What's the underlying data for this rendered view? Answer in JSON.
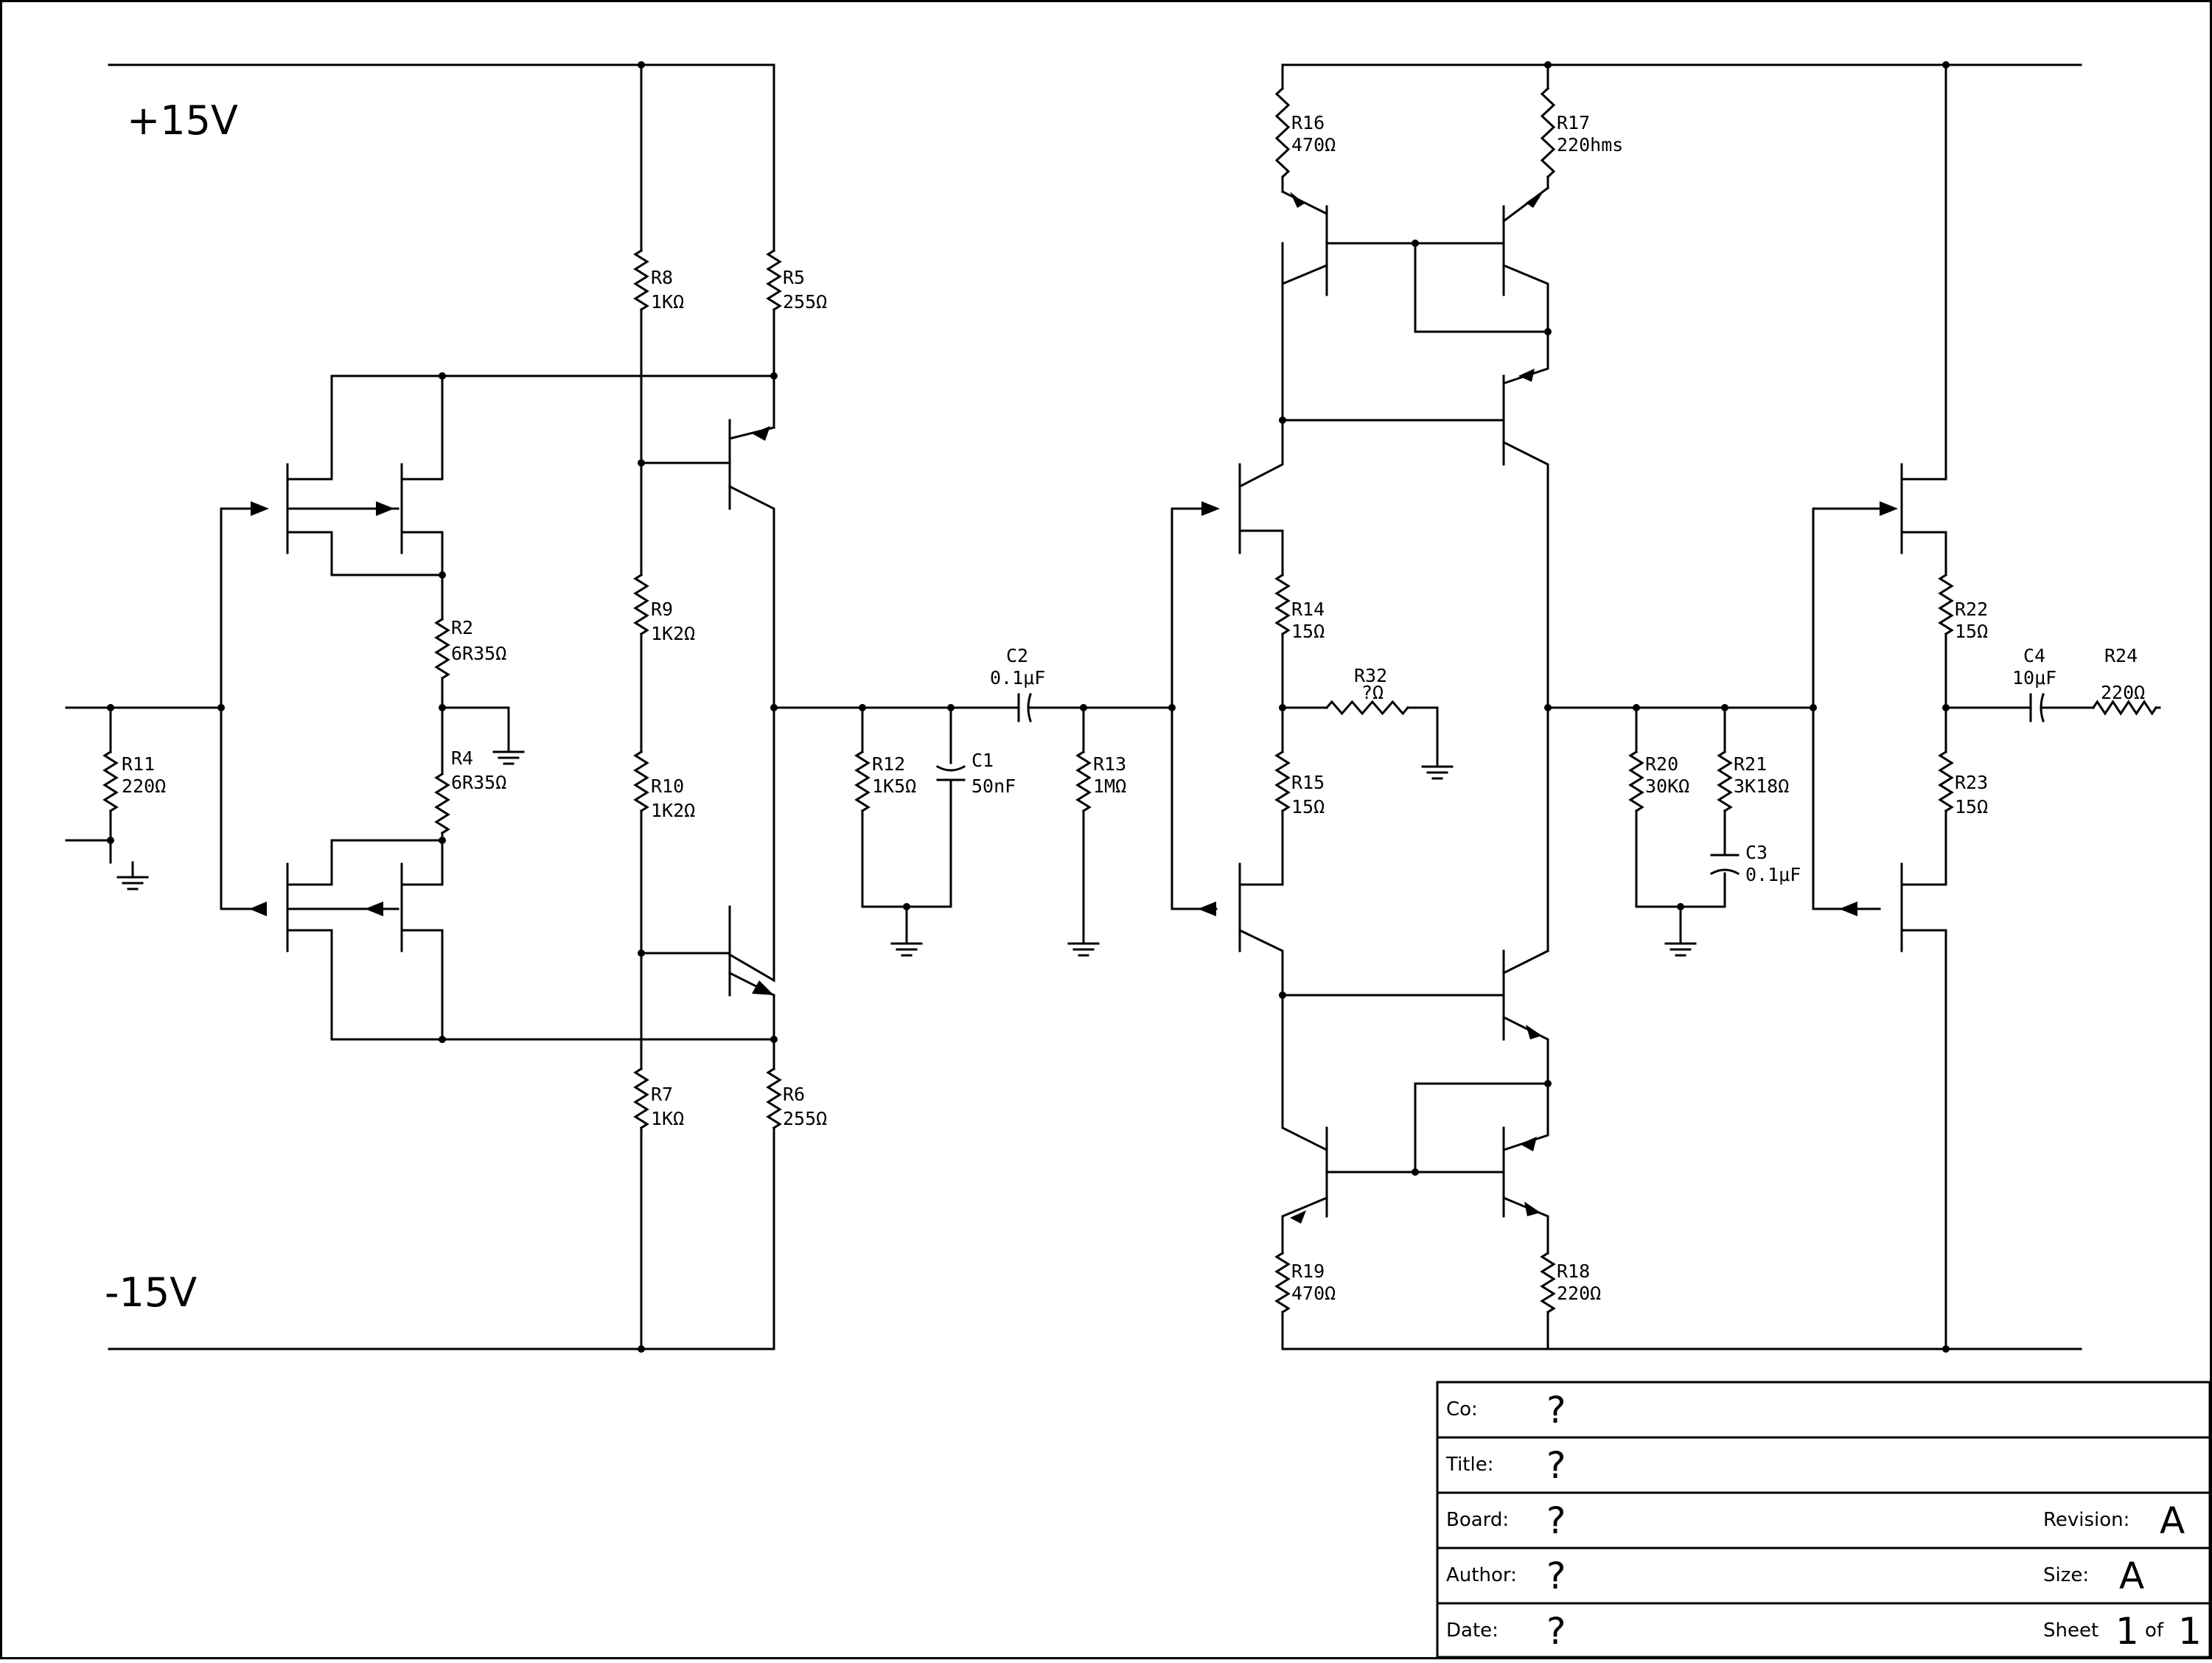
{
  "rails": {
    "positive": "+15V",
    "negative": "-15V"
  },
  "components": {
    "R2": {
      "ref": "R2",
      "value": "6R35Ω"
    },
    "R4": {
      "ref": "R4",
      "value": "6R35Ω"
    },
    "R5": {
      "ref": "R5",
      "value": "255Ω"
    },
    "R6": {
      "ref": "R6",
      "value": "255Ω"
    },
    "R7": {
      "ref": "R7",
      "value": "1KΩ"
    },
    "R8": {
      "ref": "R8",
      "value": "1KΩ"
    },
    "R9": {
      "ref": "R9",
      "value": "1K2Ω"
    },
    "R10": {
      "ref": "R10",
      "value": "1K2Ω"
    },
    "R11": {
      "ref": "R11",
      "value": "220Ω"
    },
    "R12": {
      "ref": "R12",
      "value": "1K5Ω"
    },
    "R13": {
      "ref": "R13",
      "value": "1MΩ"
    },
    "R14": {
      "ref": "R14",
      "value": "15Ω"
    },
    "R15": {
      "ref": "R15",
      "value": "15Ω"
    },
    "R16": {
      "ref": "R16",
      "value": "470Ω"
    },
    "R17": {
      "ref": "R17",
      "value": "220hms"
    },
    "R18": {
      "ref": "R18",
      "value": "220Ω"
    },
    "R19": {
      "ref": "R19",
      "value": "470Ω"
    },
    "R20": {
      "ref": "R20",
      "value": "30KΩ"
    },
    "R21": {
      "ref": "R21",
      "value": "3K18Ω"
    },
    "R22": {
      "ref": "R22",
      "value": "15Ω"
    },
    "R23": {
      "ref": "R23",
      "value": "15Ω"
    },
    "R24": {
      "ref": "R24",
      "value": "220Ω"
    },
    "R32": {
      "ref": "R32",
      "value": "?Ω"
    },
    "C1": {
      "ref": "C1",
      "value": "50nF"
    },
    "C2": {
      "ref": "C2",
      "value": "0.1μF"
    },
    "C3": {
      "ref": "C3",
      "value": "0.1μF"
    },
    "C4": {
      "ref": "C4",
      "value": "10μF"
    }
  },
  "title_block": {
    "co_label": "Co:",
    "co_value": "?",
    "title_label": "Title:",
    "title_value": "?",
    "board_label": "Board:",
    "board_value": "?",
    "revision_label": "Revision:",
    "revision_value": "A",
    "author_label": "Author:",
    "author_value": "?",
    "size_label": "Size:",
    "size_value": "A",
    "date_label": "Date:",
    "date_value": "?",
    "sheet_label": "Sheet",
    "sheet_number": "1",
    "sheet_of": "of",
    "sheet_total": "1"
  }
}
